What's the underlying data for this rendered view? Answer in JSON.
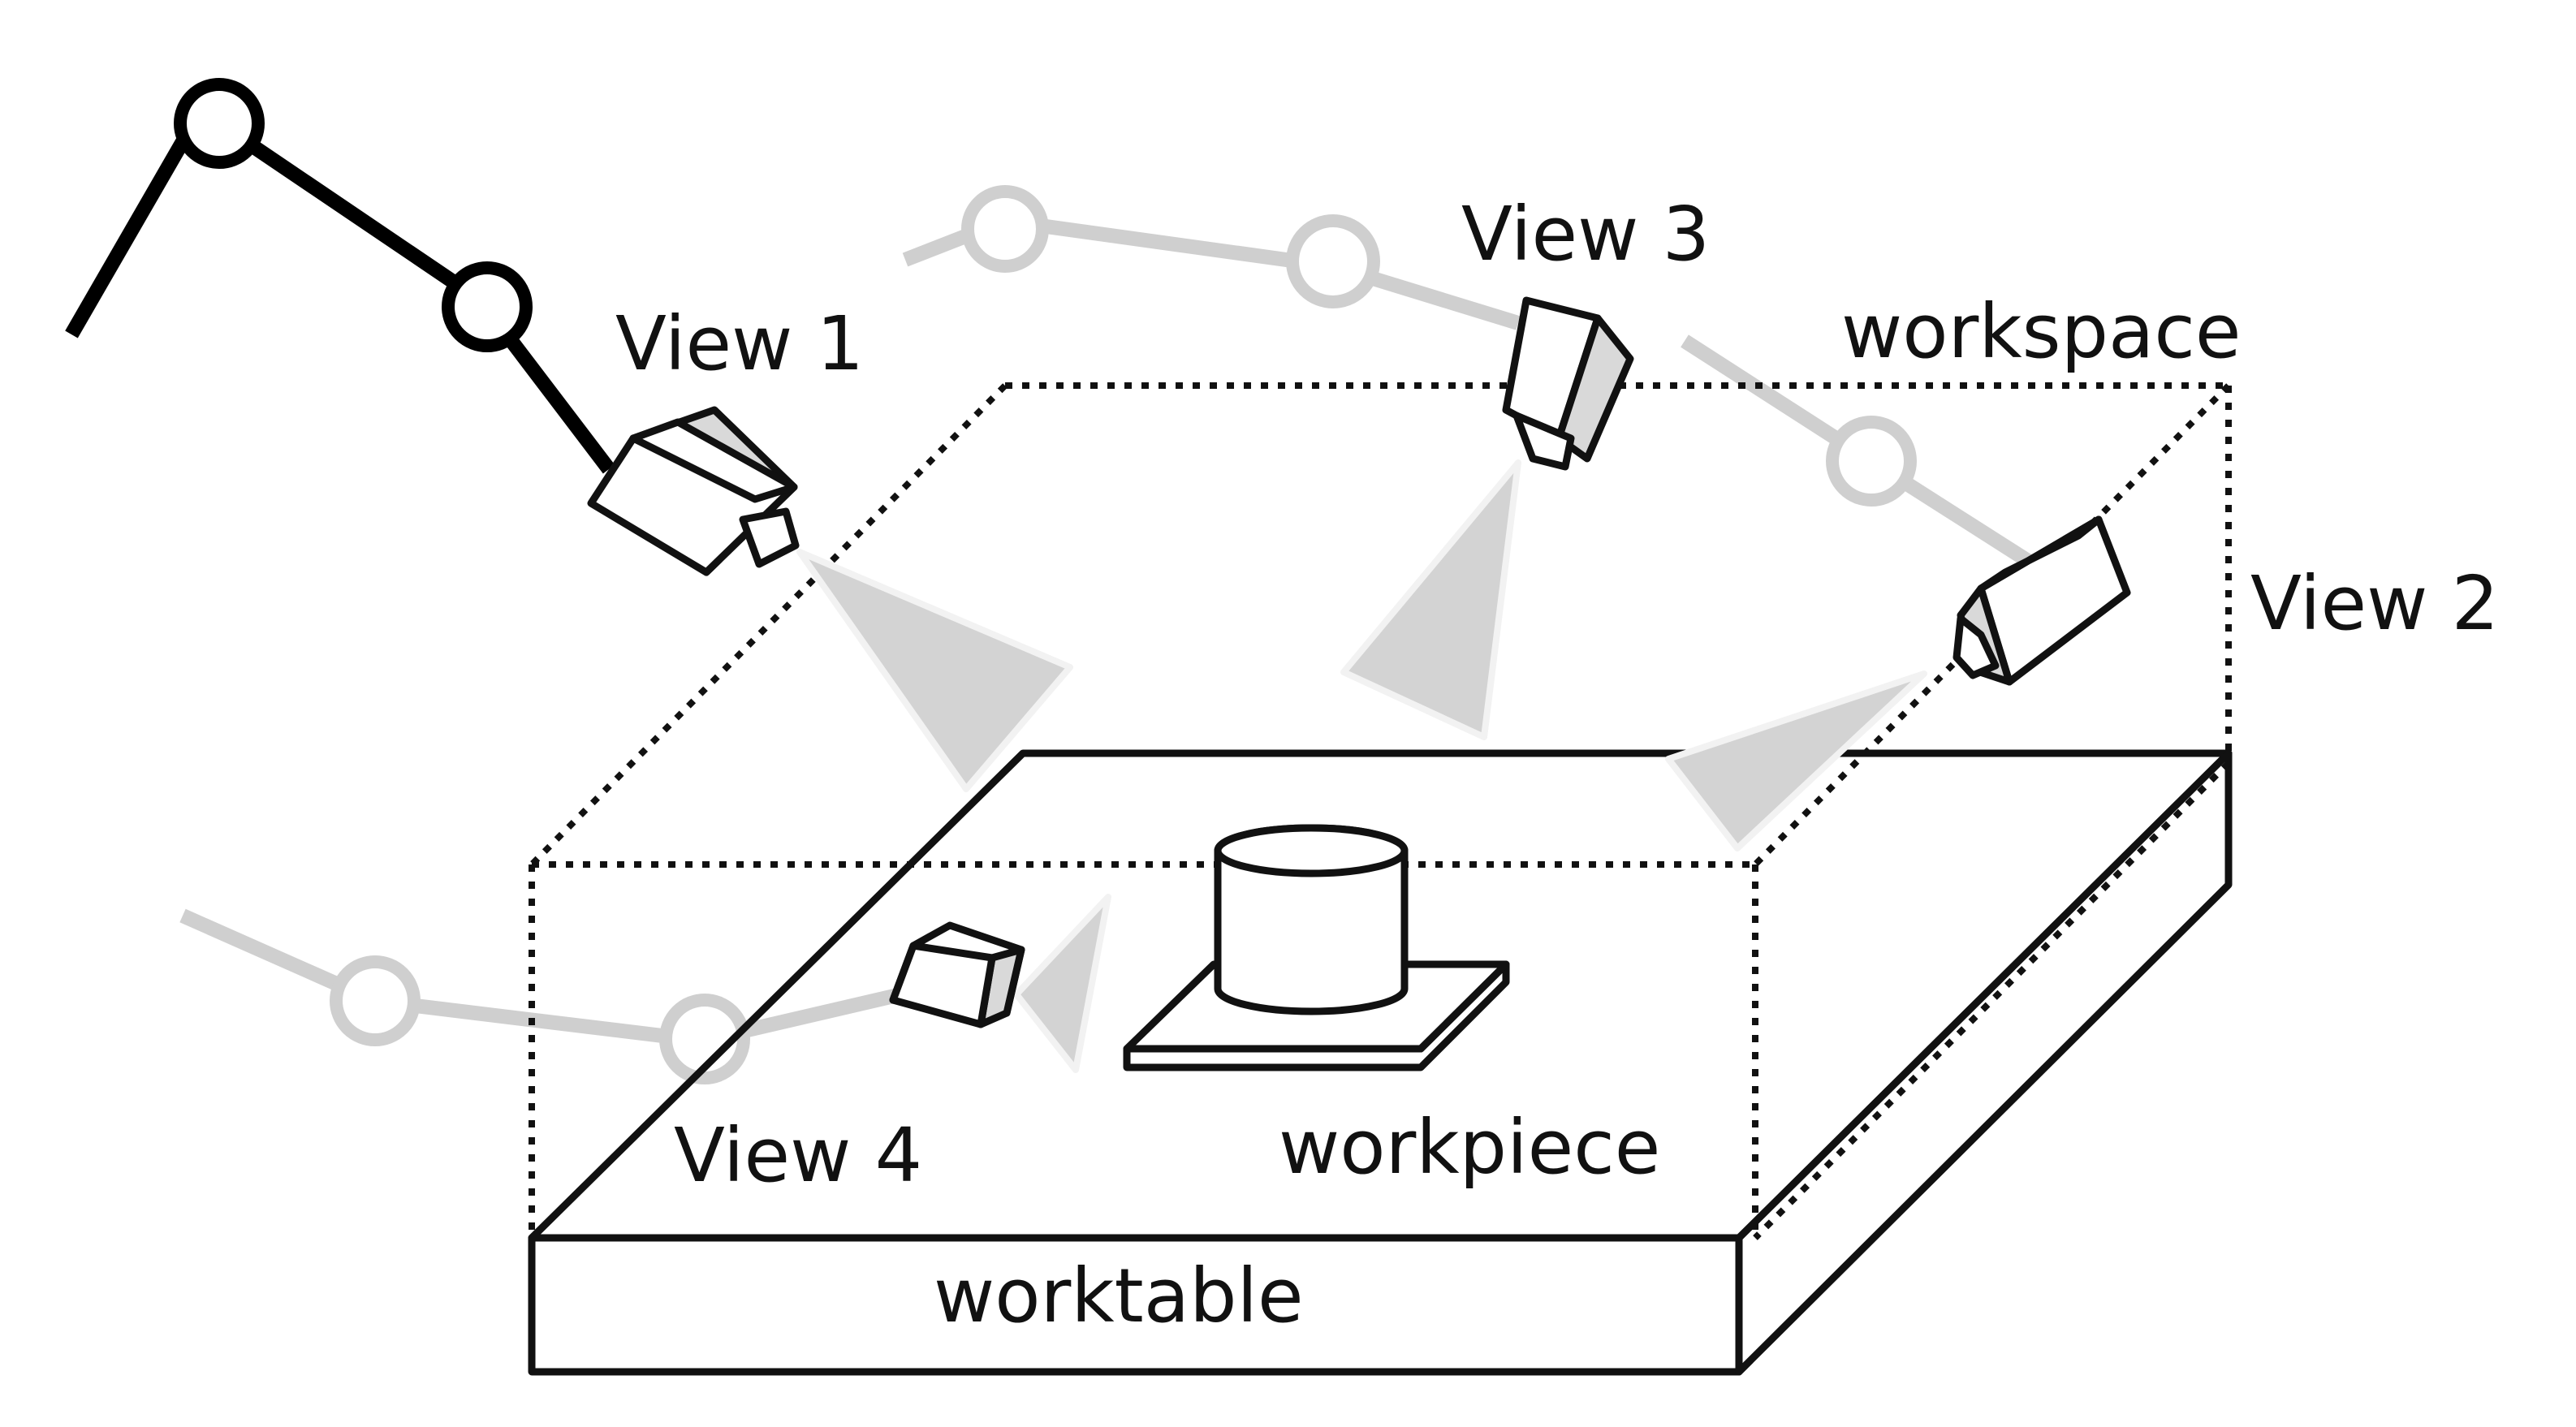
{
  "labels": {
    "view1": "View 1",
    "view2": "View 2",
    "view3": "View 3",
    "view4": "View 4",
    "workspace": "workspace",
    "workpiece": "workpiece",
    "worktable": "worktable"
  },
  "colors": {
    "line": "#111111",
    "inactive_robot": "#cfcfcf",
    "view_cone": "#d3d3d3"
  }
}
